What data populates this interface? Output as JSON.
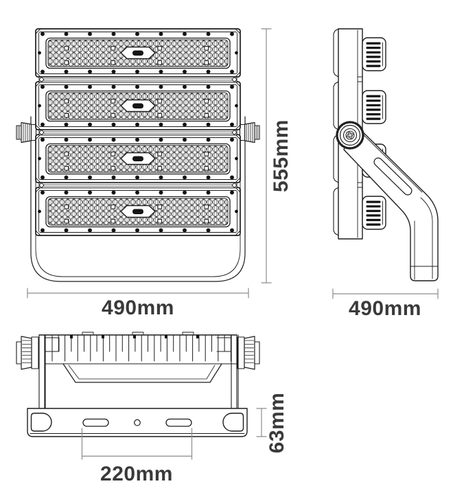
{
  "figure": {
    "type": "technical-drawing-3-views",
    "module_count": 4,
    "heatsink_block_count": 4
  },
  "dimensions": {
    "front_height": "555mm",
    "front_width": "490mm",
    "side_depth": "490mm",
    "base_height": "63mm",
    "slot_spacing": "220mm"
  },
  "colors": {
    "line": "#1c1c1c",
    "dimension_line": "#8c8c8c",
    "dimension_text": "#3a3a3a",
    "background": "#ffffff"
  }
}
